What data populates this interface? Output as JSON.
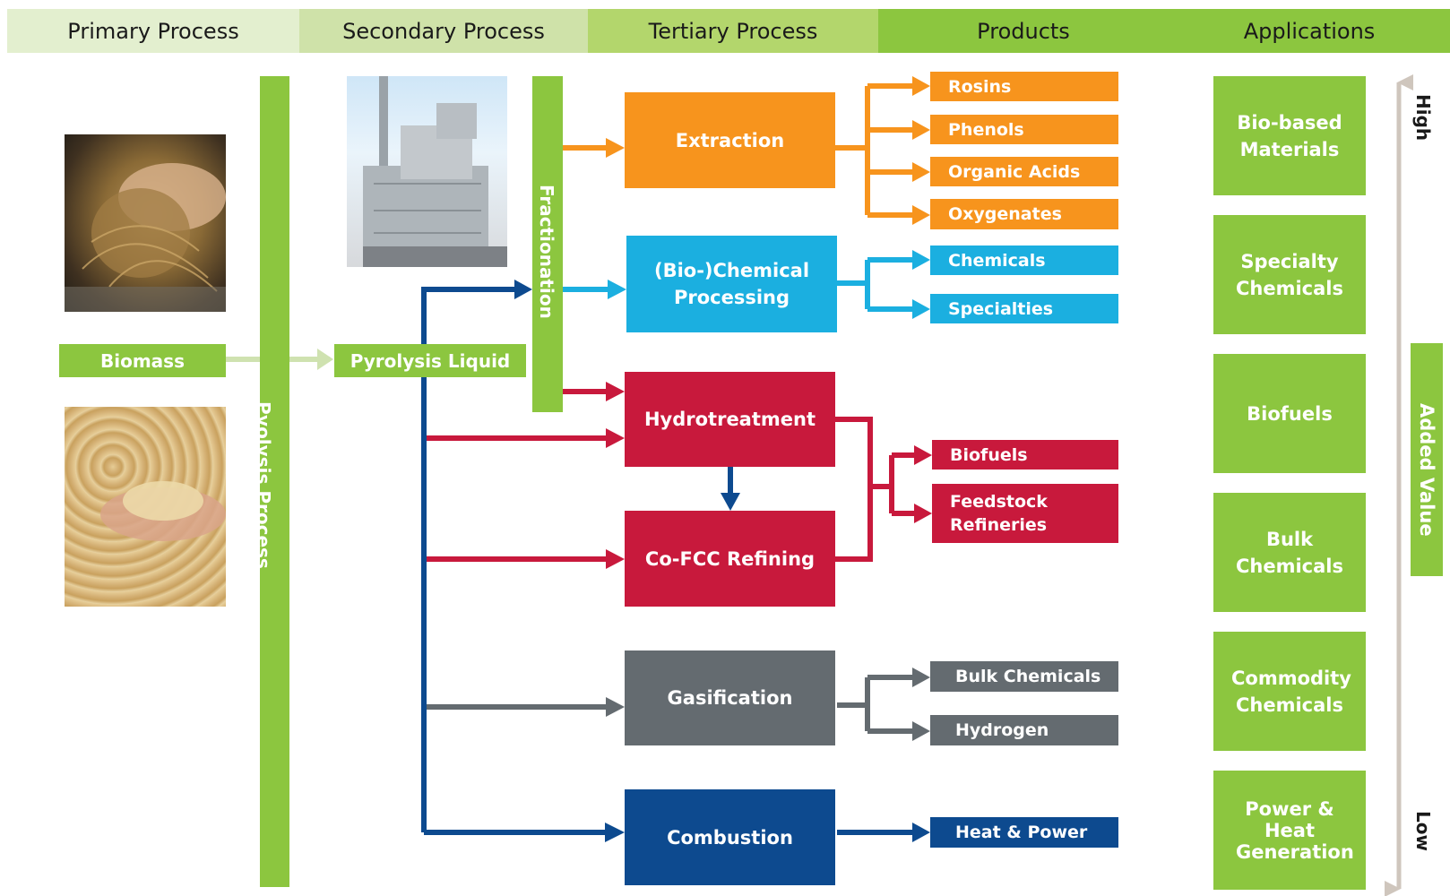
{
  "headers": {
    "primary": "Primary Process",
    "secondary": "Secondary Process",
    "tertiary": "Tertiary Process",
    "products": "Products",
    "applications": "Applications"
  },
  "inputs": {
    "biomass": "Biomass",
    "pyrolysis_process": "Pyolysis Process",
    "pyrolysis_liquid": "Pyrolysis Liquid",
    "fractionation": "Fractionation"
  },
  "processes": {
    "extraction": "Extraction",
    "biochem": "(Bio-)Chemical Processing",
    "hydrotreatment": "Hydrotreatment",
    "cofcc": "Co-FCC Refining",
    "gasification": "Gasification",
    "combustion": "Combustion"
  },
  "products": {
    "rosins": "Rosins",
    "phenols": "Phenols",
    "organic_acids": "Organic Acids",
    "oxygenates": "Oxygenates",
    "chemicals": "Chemicals",
    "specialties": "Specialties",
    "biofuels": "Biofuels",
    "feedstock_refineries": "Feedstock Refineries",
    "bulk_chemicals": "Bulk Chemicals",
    "hydrogen": "Hydrogen",
    "heat_power": "Heat & Power"
  },
  "applications": {
    "bio_based": "Bio-based Materials",
    "specialty": "Specialty Chemicals",
    "biofuels": "Biofuels",
    "bulk": "Bulk Chemicals",
    "commodity": "Commodity Chemicals",
    "power_heat": "Power & Heat Generation"
  },
  "scale": {
    "high": "High",
    "low": "Low",
    "added_value": "Added Value"
  },
  "colors": {
    "green": "#8cc63f",
    "orange": "#f7941d",
    "cyan": "#1bafe0",
    "crimson": "#c8193c",
    "gray": "#646b70",
    "navy": "#0d4a8f"
  }
}
